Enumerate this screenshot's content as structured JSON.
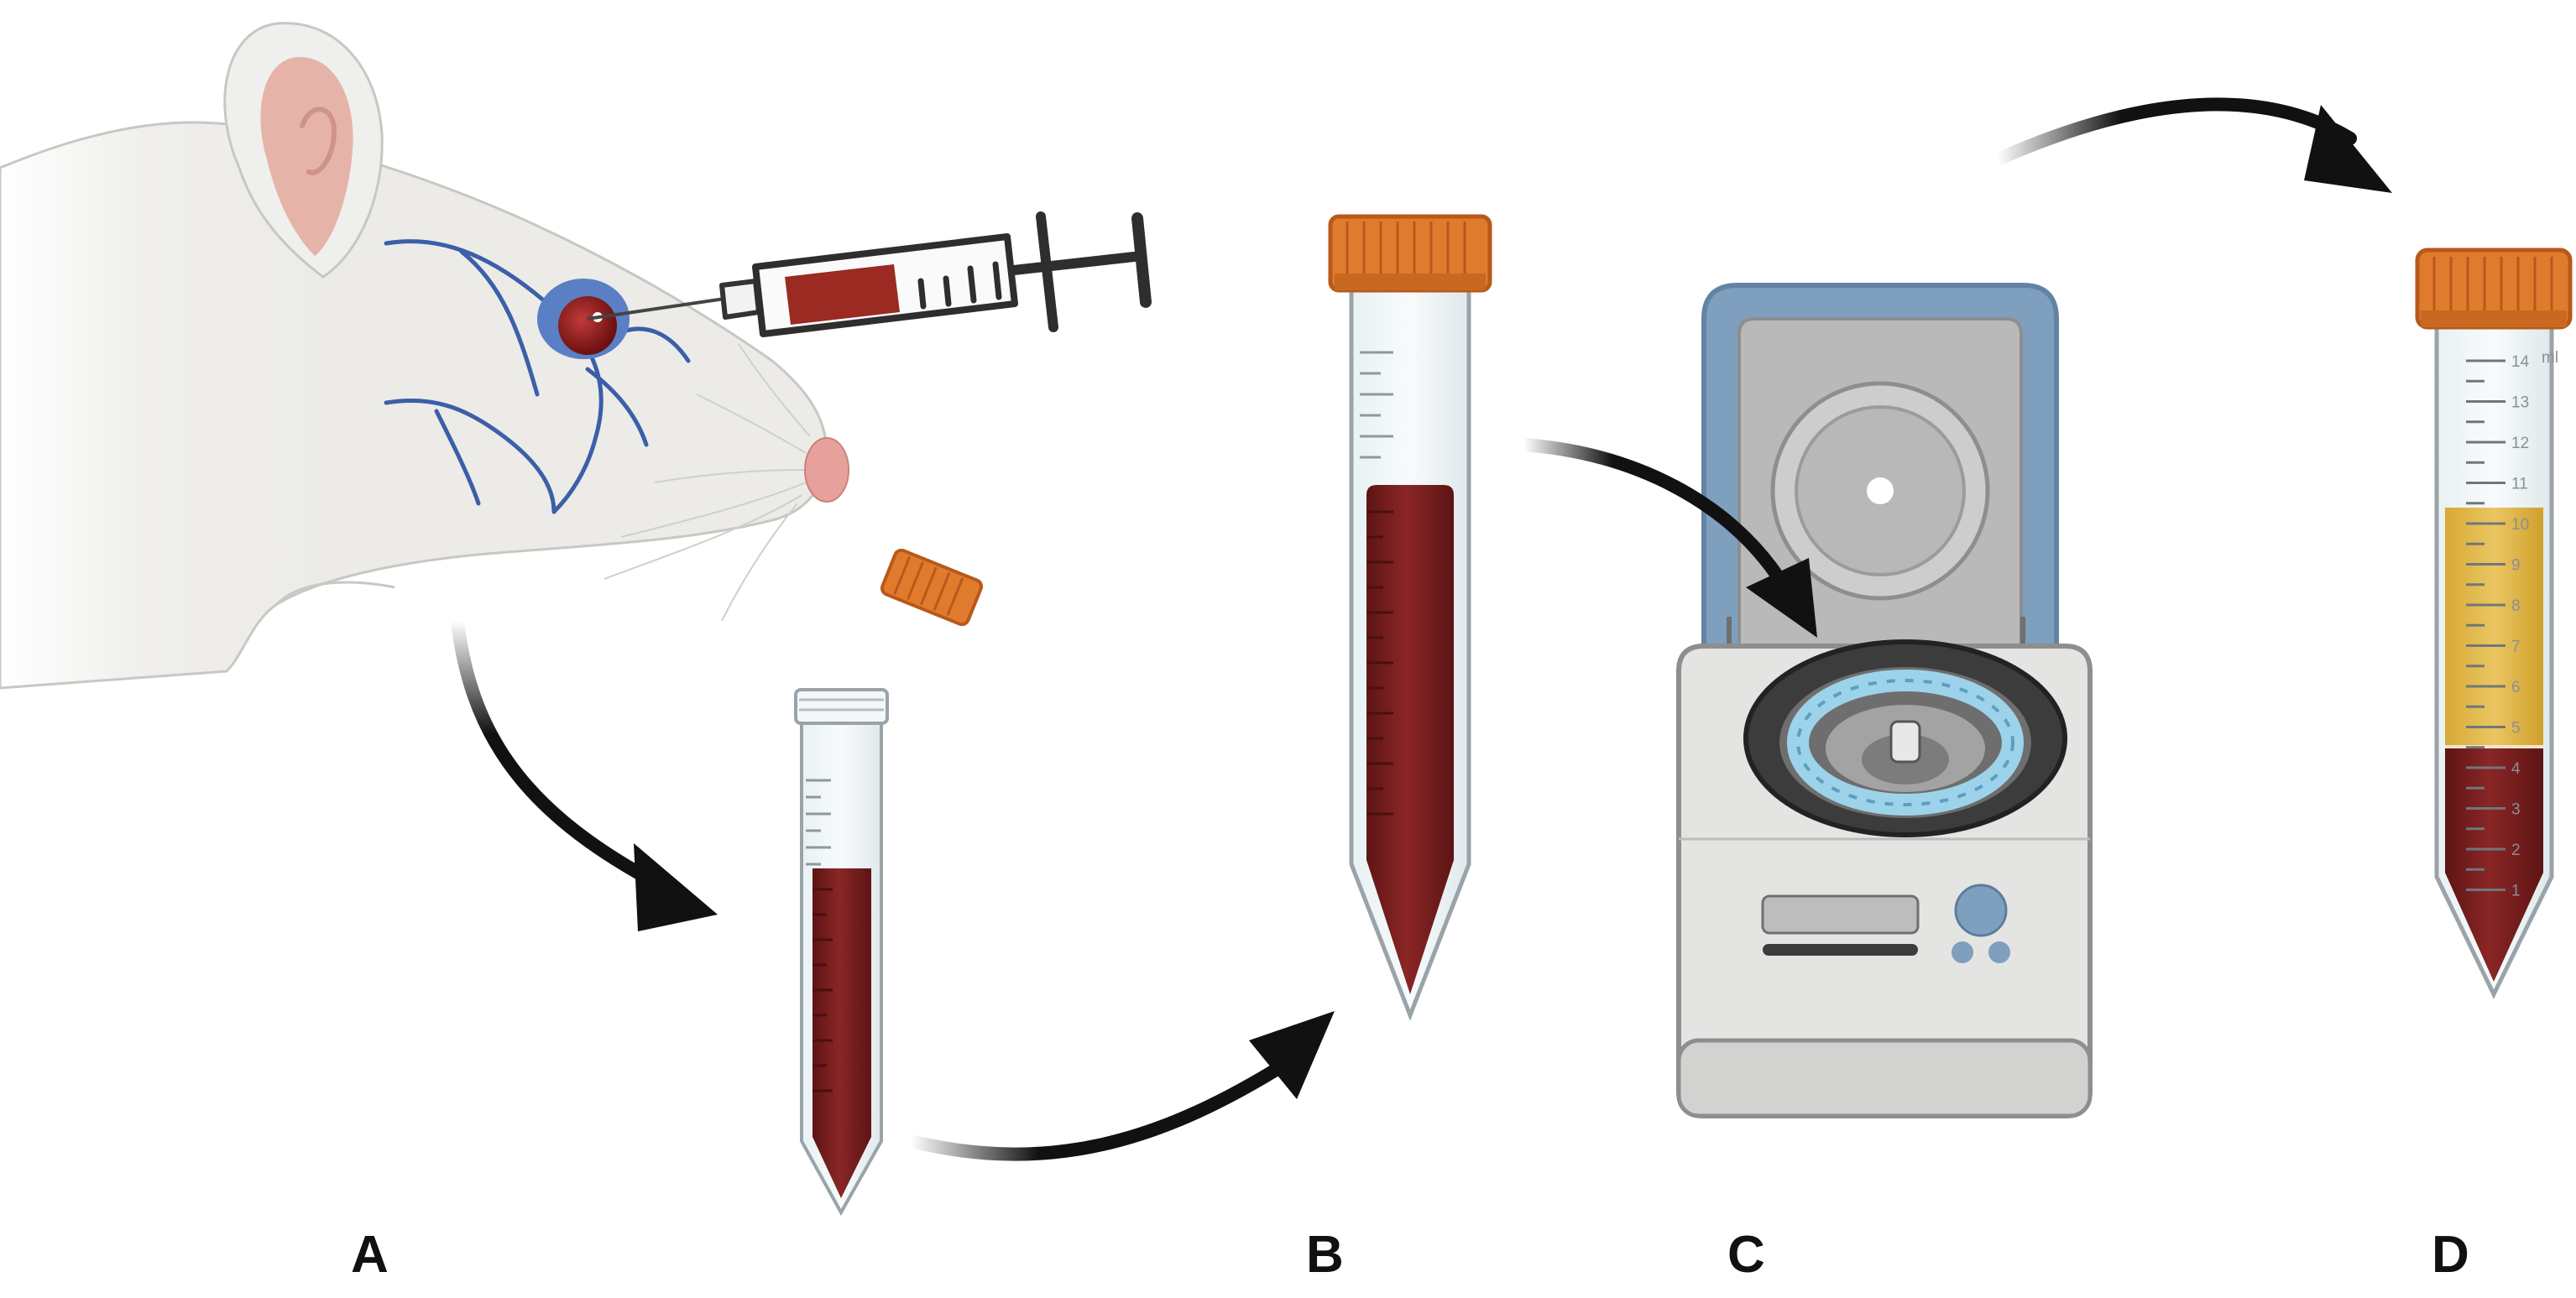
{
  "panels": {
    "a": {
      "label": "A"
    },
    "b": {
      "label": "B"
    },
    "c": {
      "label": "C"
    },
    "d": {
      "label": "D"
    }
  },
  "tube_d_scale": {
    "unit": "ml",
    "ticks": [
      "14",
      "13",
      "12",
      "11",
      "10",
      "9",
      "8",
      "7",
      "6",
      "5",
      "4",
      "3",
      "2",
      "1"
    ]
  },
  "colors": {
    "blood": "#7a1f1f",
    "plasma": "#e0b43a",
    "cap": "#e07b2e",
    "centrifuge_lid": "#7f9fbf",
    "rotor_tubes": "#9dd3ea",
    "vein": "#3b5fa8",
    "arrow": "#111111"
  },
  "icons": [
    "rat-icon",
    "syringe-icon",
    "tube-cap-icon",
    "collection-tube-icon",
    "conical-tube-icon",
    "centrifuge-icon",
    "separated-tube-icon",
    "flow-arrow-icon"
  ]
}
